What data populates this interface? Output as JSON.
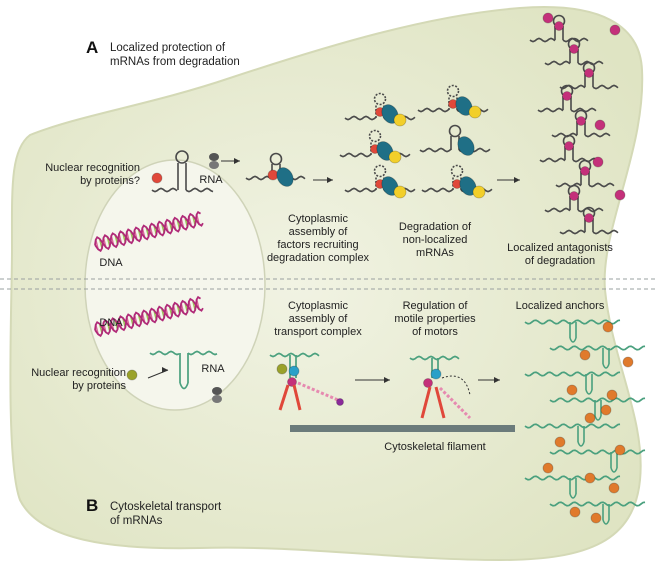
{
  "panel_a": {
    "letter": "A",
    "title": "Localized protection of\nmRNAs from degradation",
    "nuclear_label": "Nuclear recognition\nby proteins?",
    "rna_label": "RNA",
    "dna_label": "DNA",
    "step1": "Cytoplasmic\nassembly of\nfactors recruiting\ndegradation complex",
    "step2": "Degradation of\nnon-localized\nmRNAs",
    "step3": "Localized antagonists\nof degradation"
  },
  "panel_b": {
    "letter": "B",
    "title": "Cytoskeletal transport\nof mRNAs",
    "nuclear_label": "Nuclear recognition\nby proteins",
    "rna_label": "RNA",
    "dna_label": "DNA",
    "step1": "Cytoplasmic\nassembly of\ntransport complex",
    "step2": "Regulation of\nmotile properties\nof motors",
    "step3": "Localized anchors",
    "filament_label": "Cytoskeletal filament"
  },
  "colors": {
    "cell": "#e6ead0",
    "cell_edge": "#cdd3ae",
    "nucleus": "#f4f5ea",
    "rna_a": "#4a4a4a",
    "rna_b": "#4aa07e",
    "teal_protein": "#1f6f86",
    "yellow_protein": "#f2cf2a",
    "red_protein": "#e0483a",
    "magenta": "#c4307a",
    "orange": "#e07a2c",
    "olive": "#9aa22a",
    "filament": "#6b7b7b"
  }
}
